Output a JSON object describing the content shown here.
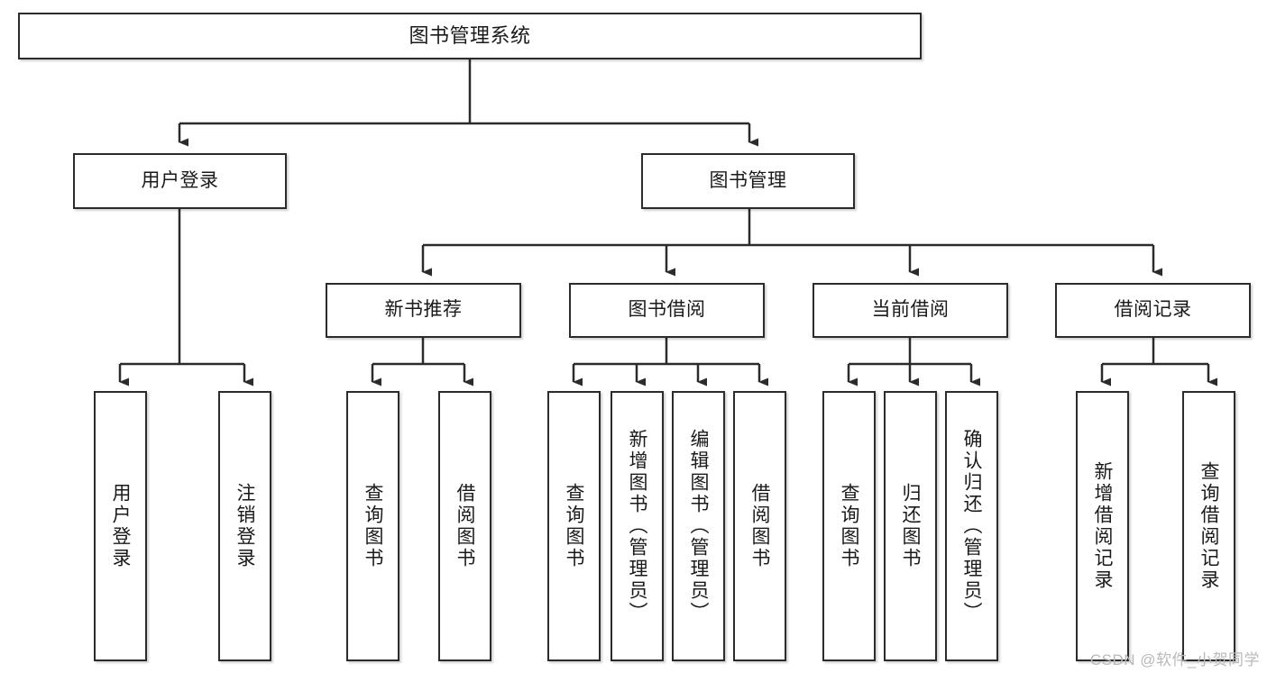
{
  "diagram": {
    "title": "图书管理系统",
    "watermark": "CSDN @软件_小贺同学",
    "stroke_color": "#2b2b2b",
    "fill_color": "#ffffff",
    "text_color": "#1a1a1a",
    "watermark_color": "#b9b9b9",
    "type": "tree-hierarchy",
    "levels": 4
  },
  "nodes": {
    "root": {
      "label": "图书管理系统"
    },
    "l2": [
      {
        "label": "用户登录"
      },
      {
        "label": "图书管理"
      }
    ],
    "l3": [
      {
        "label": "新书推荐"
      },
      {
        "label": "图书借阅"
      },
      {
        "label": "当前借阅"
      },
      {
        "label": "借阅记录"
      }
    ],
    "leaves": {
      "user_login": [
        {
          "label": "用户登录"
        },
        {
          "label": "注销登录"
        }
      ],
      "new_book": [
        {
          "label": "查询图书"
        },
        {
          "label": "借阅图书"
        }
      ],
      "borrow_book": [
        {
          "label": "查询图书"
        },
        {
          "label": "新增图书（管理员）"
        },
        {
          "label": "编辑图书（管理员）"
        },
        {
          "label": "借阅图书"
        }
      ],
      "current_borrow": [
        {
          "label": "查询图书"
        },
        {
          "label": "归还图书"
        },
        {
          "label": "确认归还（管理员）"
        }
      ],
      "borrow_record": [
        {
          "label": "新增借阅记录"
        },
        {
          "label": "查询借阅记录"
        }
      ]
    }
  }
}
